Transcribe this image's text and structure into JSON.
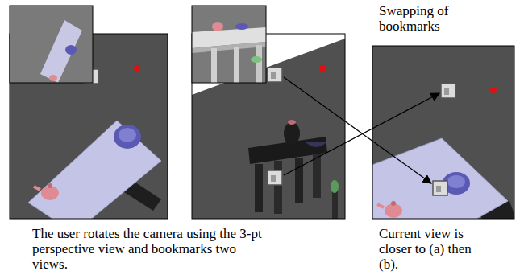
{
  "diagram": {
    "labels": [
      "Swapping of bookmarks",
      "The user rotates the camera using the 3-pt perspective view and bookmarks two views.",
      "Current view is closer to (a) then (b)."
    ]
  }
}
